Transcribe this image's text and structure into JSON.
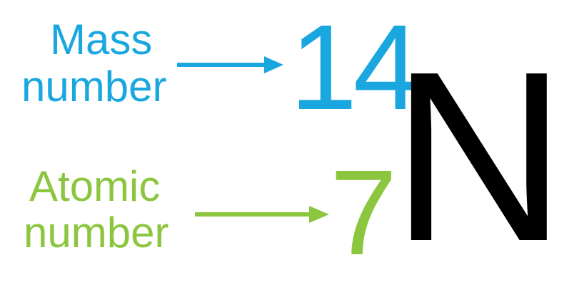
{
  "colors": {
    "mass": "#1aa7e0",
    "atomic": "#8cc63f",
    "symbol": "#000000"
  },
  "mass_label": {
    "line1": "Mass",
    "line2": "number"
  },
  "atomic_label": {
    "line1": "Atomic",
    "line2": "number"
  },
  "mass_number": "14",
  "atomic_number": "7",
  "element_symbol": "N"
}
